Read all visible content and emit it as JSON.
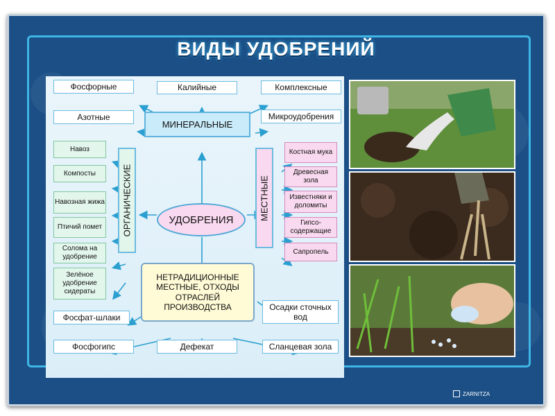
{
  "title": "ВИДЫ УДОБРЕНИЙ",
  "center": "УДОБРЕНИЯ",
  "mineral": {
    "label": "МИНЕРАЛЬНЫЕ",
    "items": [
      "Фосфорные",
      "Калийные",
      "Комплексные",
      "Азотные",
      "Микроудобрения"
    ]
  },
  "organic": {
    "label": "ОРГАНИЧЕСКИЕ",
    "items": [
      "Навоз",
      "Компосты",
      "Навозная жижа",
      "Птичий помет",
      "Солома на удобрение",
      "Зелёное удобрение сидераты"
    ]
  },
  "local": {
    "label": "МЕСТНЫЕ",
    "items": [
      "Костная мука",
      "Древесная зола",
      "Известняки и доломиты",
      "Гипсо-содержащие",
      "Сапропель"
    ]
  },
  "nontraditional": {
    "label": "НЕТРАДИЦИОННЫЕ МЕСТНЫЕ, ОТХОДЫ ОТРАСЛЕЙ ПРОИЗВОДСТВА",
    "items": [
      "Фосфат-шлаки",
      "Осадки сточных вод",
      "Фосфогипс",
      "Дефекат",
      "Сланцевая зола"
    ]
  },
  "brand": "ZARNITZA",
  "colors": {
    "board": "#1b4f86",
    "frame": "#3fb6e6",
    "arrow": "#2a9fd0"
  }
}
